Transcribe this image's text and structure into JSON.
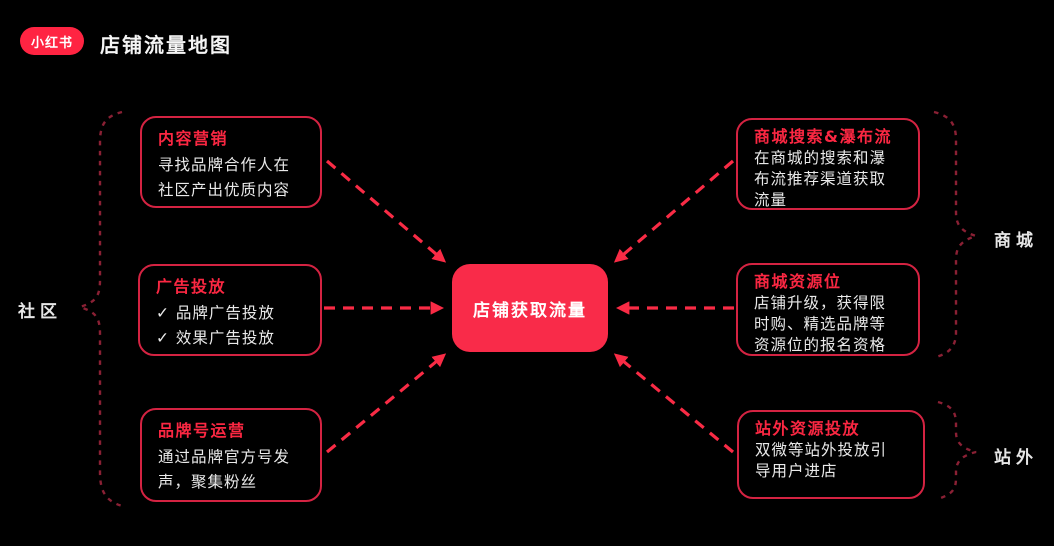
{
  "header": {
    "logo_text": "小红书",
    "title": "店铺流量地图"
  },
  "center": {
    "label": "店铺获取流量"
  },
  "groups": {
    "left_label": "社区",
    "right_top_label": "商城",
    "right_bottom_label": "站外"
  },
  "nodes": {
    "left": [
      {
        "title": "内容营销",
        "body": "寻找品牌合作人在\n社区产出优质内容"
      },
      {
        "title": "广告投放",
        "body": "✓ 品牌广告投放\n✓ 效果广告投放"
      },
      {
        "title": "品牌号运营",
        "body": "通过品牌官方号发\n声，聚集粉丝"
      }
    ],
    "right": [
      {
        "title": "商城搜索&瀑布流",
        "body": "在商城的搜索和瀑\n布流推荐渠道获取\n流量"
      },
      {
        "title": "商城资源位",
        "body": "店铺升级，获得限\n时购、精选品牌等\n资源位的报名资格"
      },
      {
        "title": "站外资源投放",
        "body": "双微等站外投放引\n导用户进店"
      }
    ]
  },
  "colors": {
    "background": "#000000",
    "accent_red": "#f92b45",
    "node_border_red": "#d42342",
    "node_title_red": "#fb2742",
    "brace_dark_red": "#8a2034",
    "center_fill_red": "#f92b49",
    "logo_red": "#ff2442",
    "text_white": "#e9e9e9"
  }
}
